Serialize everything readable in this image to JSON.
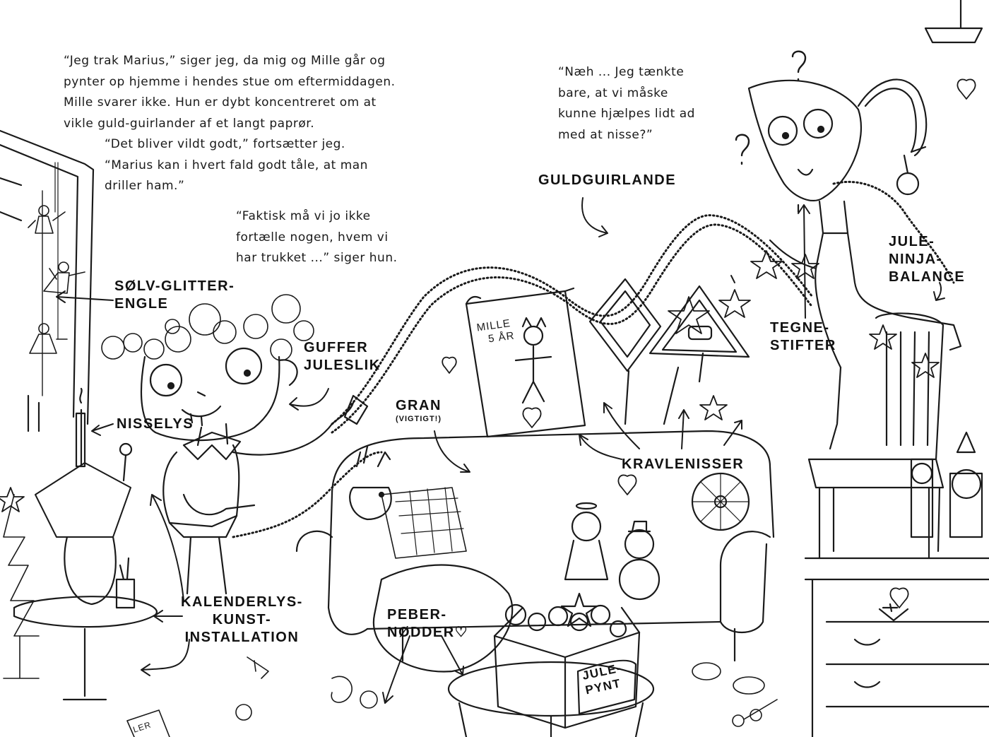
{
  "narration": {
    "block1": [
      "“Jeg trak Marius,” siger jeg, da mig og Mille går og",
      "pynter op hjemme i hendes stue om eftermiddagen.",
      "Mille svarer ikke. Hun er dybt koncentreret om at",
      "vikle guld-guirlander af et langt paprør."
    ],
    "block1_cont": [
      "“Det bliver vildt godt,” fortsætter jeg.",
      "“Marius kan i hvert fald godt tåle, at man",
      "driller ham.”"
    ],
    "block2": [
      "“Faktisk må vi jo ikke",
      "fortælle nogen, hvem vi",
      "har trukket ...” siger hun."
    ],
    "block3": [
      "“Næh ... Jeg tænkte",
      "bare, at vi måske",
      "kunne hjælpes lidt ad",
      "med at nisse?”"
    ]
  },
  "labels": {
    "solv_glitter_engle": [
      "SØLV-GLITTER-",
      "ENGLE"
    ],
    "guffer_juleslik": [
      "GUFFER",
      "JULESLIK"
    ],
    "nisselys": "NISSELYS",
    "gran": "GRAN",
    "gran_sub": "(VIGTIGT!)",
    "guldguirlande": "GULDGUIRLANDE",
    "jule_ninja_balance": [
      "JULE-",
      "NINJA-",
      "BALANCE"
    ],
    "tegnestifter": [
      "TEGNE-",
      "STIFTER"
    ],
    "kravlenisser": "KRAVLENISSER",
    "kalenderlys": [
      "KALENDERLYS-",
      "KUNST-",
      "INSTALLATION"
    ],
    "pebernodder": [
      "PEBER-",
      "NØDDER♡"
    ],
    "julepynt_box": [
      "JULE-",
      "PYNT"
    ],
    "drawing_sign": [
      "MILLE",
      "5 ÅR"
    ],
    "book_spine": "LER"
  }
}
